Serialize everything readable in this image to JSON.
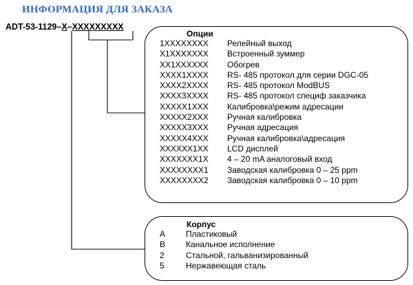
{
  "heading": "ИНФОРМАЦИЯ ДЛЯ ЗАКАЗА",
  "model_code": {
    "prefix": "ADT-53-1129–",
    "case_code": "X",
    "separator": "–",
    "options_code": "XXXXXXXXX"
  },
  "options": {
    "title": "Опции",
    "rows": [
      {
        "code": "1XXXXXXXX",
        "desc": "Релейный выход"
      },
      {
        "code": "X1XXXXXXX",
        "desc": "Встроенный зуммер"
      },
      {
        "code": "XX1XXXXXX",
        "desc": "Обогрев"
      },
      {
        "code": "XXXX1XXXX",
        "desc": "RS- 485 протокол для серии DGC-05"
      },
      {
        "code": "XXXX2XXXX",
        "desc": "RS- 485 протокол ModBUS"
      },
      {
        "code": "XXXX3XXXX",
        "desc": "RS- 485 протокол специф заказчика"
      },
      {
        "code": "XXXXX1XXX",
        "desc": "Калибровка\\режим адресации"
      },
      {
        "code": "XXXXX2XXX",
        "desc": "Ручная калибровка"
      },
      {
        "code": "XXXXX3XXX",
        "desc": "Ручная адресация"
      },
      {
        "code": "XXXXX4XXX",
        "desc": "Ручная калибровка\\адресация"
      },
      {
        "code": "XXXXXX1XX",
        "desc": "LCD дисплей"
      },
      {
        "code": "XXXXXXX1X",
        "desc": "4 – 20 mA аналоговый вход"
      },
      {
        "code": "XXXXXXXX1",
        "desc": "Заводская калибровка 0 – 25 ppm"
      },
      {
        "code": "XXXXXXXX2",
        "desc": "Заводская калибровка 0 – 10 ppm"
      }
    ]
  },
  "case": {
    "title": "Корпус",
    "rows": [
      {
        "code": "A",
        "desc": "Пластиковый"
      },
      {
        "code": "B",
        "desc": "Канальное исполнение"
      },
      {
        "code": "2",
        "desc": "Стальной, гальванизированный"
      },
      {
        "code": "5",
        "desc": "Нержавеющая сталь"
      }
    ]
  },
  "colors": {
    "heading": "#2f68c0",
    "text": "#000000",
    "lines": "#000000"
  }
}
